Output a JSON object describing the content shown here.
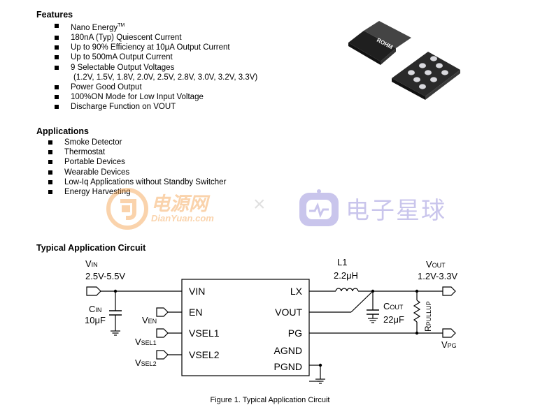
{
  "features": {
    "heading": "Features",
    "items": [
      {
        "text": "Nano Energy",
        "sup": "TM"
      },
      {
        "text": "180nA (Typ) Quiescent Current"
      },
      {
        "text": "Up to 90% Efficiency at 10μA Output Current"
      },
      {
        "text": "Up to 500mA Output Current"
      },
      {
        "text": "9 Selectable Output Voltages"
      },
      {
        "text": "(1.2V, 1.5V, 1.8V, 2.0V, 2.5V, 2.8V, 3.0V, 3.2V, 3.3V)",
        "continuation": true
      },
      {
        "text": "Power Good Output"
      },
      {
        "text": "100%ON Mode for Low Input Voltage"
      },
      {
        "text": "Discharge Function on VOUT"
      }
    ]
  },
  "chip_marking": "ROHM",
  "applications": {
    "heading": "Applications",
    "items": [
      "Smoke Detector",
      "Thermostat",
      "Portable Devices",
      "Wearable Devices",
      "Low-Iq Applications without Standby Switcher",
      "Energy Harvesting"
    ]
  },
  "watermark": {
    "left_cn": "电源网",
    "left_en": "DianYuan.com",
    "separator": "×",
    "right_cn": "电子星球",
    "colors": {
      "orange": "#f4a04a",
      "purple": "#8a7fd6"
    }
  },
  "circuit": {
    "heading": "Typical Application Circuit",
    "vin_label": {
      "main": "V",
      "sub": "IN"
    },
    "vin_range": "2.5V-5.5V",
    "cin_label": {
      "main": "C",
      "sub": "IN"
    },
    "cin_value": "10μF",
    "ven_label": {
      "main": "V",
      "sub": "EN"
    },
    "vsel1_label": {
      "main": "V",
      "sub": "SEL1"
    },
    "vsel2_label": {
      "main": "V",
      "sub": "SEL2"
    },
    "pins_left": [
      "VIN",
      "EN",
      "VSEL1",
      "VSEL2"
    ],
    "pins_right": [
      "LX",
      "VOUT",
      "PG",
      "AGND",
      "PGND"
    ],
    "inductor_name": "L1",
    "inductor_value": "2.2μH",
    "cout_label": {
      "main": "C",
      "sub": "OUT"
    },
    "cout_value": "22μF",
    "rpullup_label": {
      "main": "R",
      "sub": "PULLUP"
    },
    "vout_label": {
      "main": "V",
      "sub": "OUT"
    },
    "vout_range": "1.2V-3.3V",
    "vpg_label": {
      "main": "V",
      "sub": "PG"
    },
    "caption": "Figure 1. Typical Application Circuit"
  }
}
